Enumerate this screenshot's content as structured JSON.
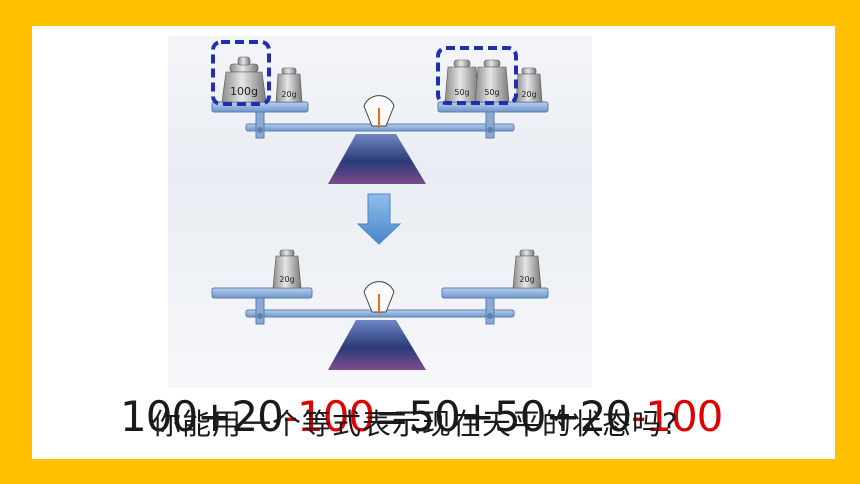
{
  "colors": {
    "background": "#FFC000",
    "panel": "#FFFFFF",
    "highlight_box": "#1F2FB0",
    "beam": "#7FA6D6",
    "stand": "#2E3F7A",
    "arrow": "#5B9BD5",
    "equation_red": "#E00000"
  },
  "top_balance": {
    "left_pan": [
      {
        "label": "100g",
        "highlighted": true
      },
      {
        "label": "20g",
        "highlighted": false
      }
    ],
    "right_pan": [
      {
        "label": "50g",
        "highlighted": true
      },
      {
        "label": "50g",
        "highlighted": true
      },
      {
        "label": "20g",
        "highlighted": false
      }
    ]
  },
  "arrow_icon": "arrow-down-icon",
  "bottom_balance": {
    "left_pan": [
      {
        "label": "20g"
      }
    ],
    "right_pan": [
      {
        "label": "20g"
      }
    ]
  },
  "equation": {
    "left": "100+20",
    "minus_left": "-100",
    "equals": "=",
    "right": "50+50+20",
    "minus_right": "-100"
  },
  "question": "你能用一个等式表示现在天平的状态吗?"
}
